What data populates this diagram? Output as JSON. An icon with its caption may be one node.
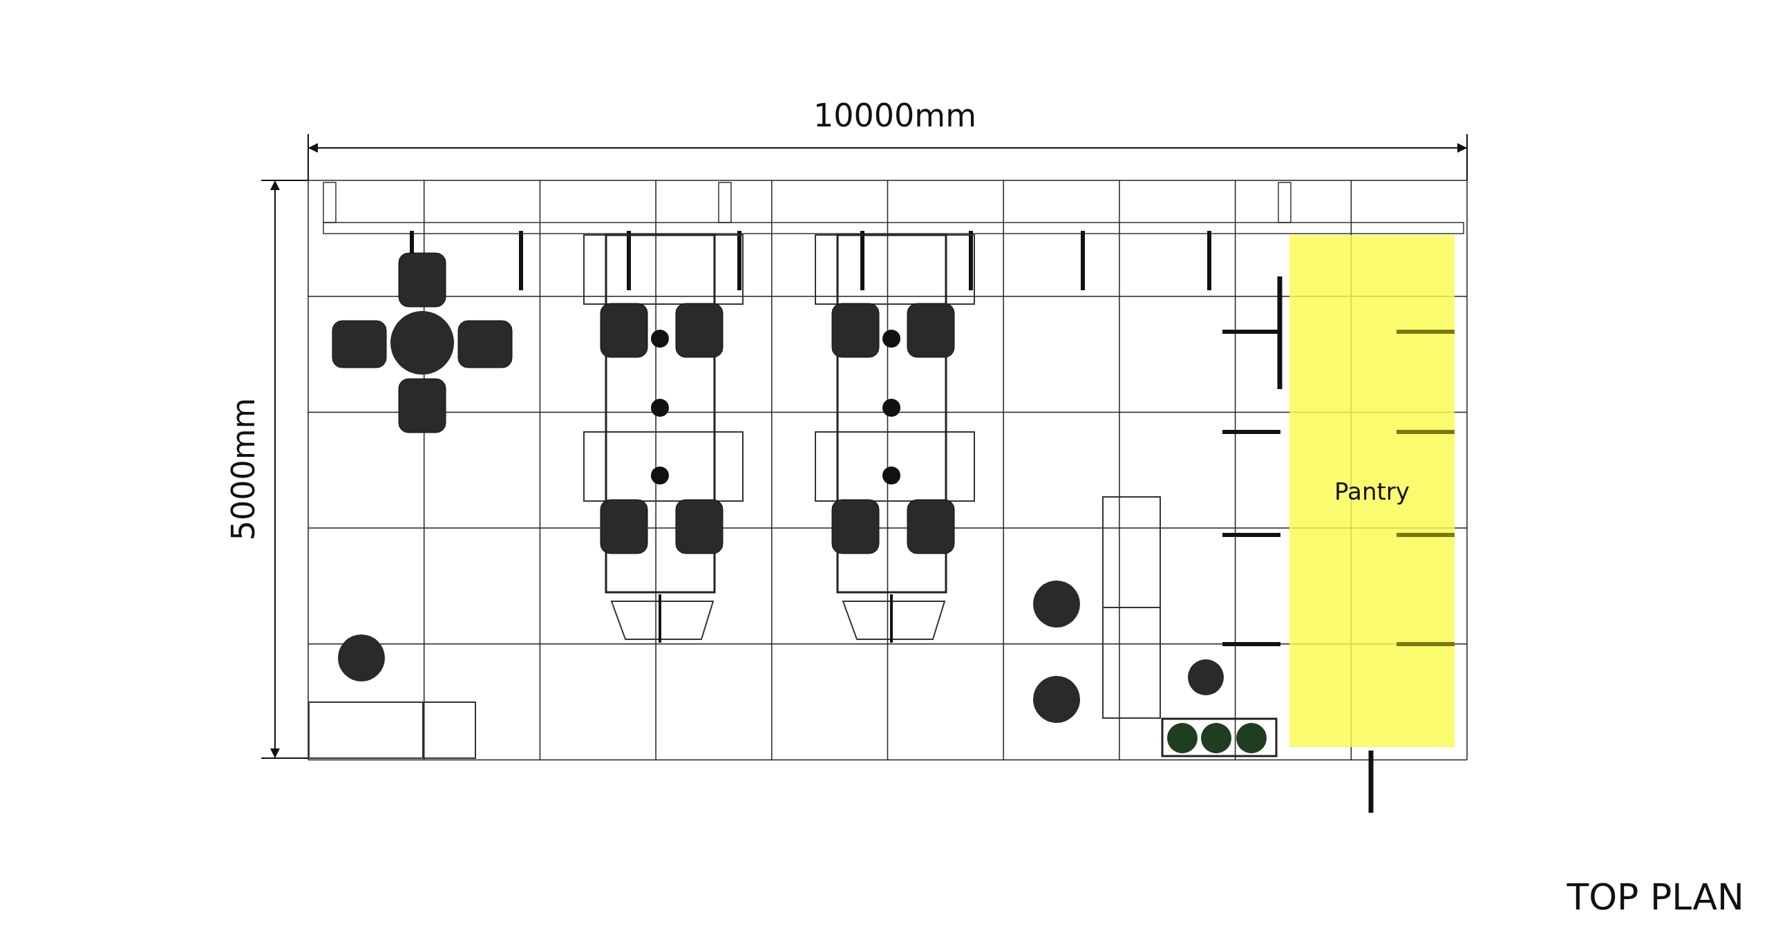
{
  "diagram": {
    "title": "TOP PLAN",
    "nodes": [
      {
        "text": [
          "Pantry"
        ]
      }
    ],
    "labels": [
      "10000mm",
      "5000mm"
    ]
  }
}
